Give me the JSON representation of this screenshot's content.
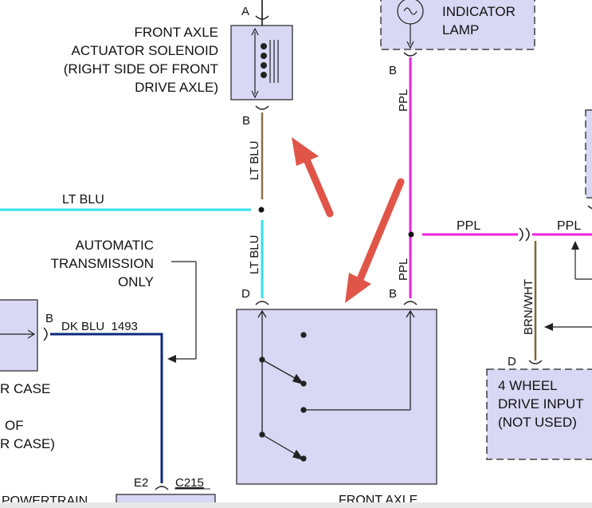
{
  "components": {
    "solenoid_label": [
      "FRONT AXLE",
      "ACTUATOR SOLENOID",
      "(RIGHT SIDE OF FRONT",
      "DRIVE AXLE)"
    ],
    "indicator_label": [
      "INDICATOR",
      "LAMP"
    ],
    "auto_trans_note": [
      "AUTOMATIC",
      "TRANSMISSION",
      "ONLY"
    ],
    "transfer_case_label": [
      "R CASE",
      "OF",
      "R CASE)"
    ],
    "four_wheel_label": [
      "4 WHEEL",
      "DRIVE INPUT",
      "(NOT USED)"
    ],
    "front_axle_label": "FRONT AXLE",
    "powertrain_label": "POWERTRAIN"
  },
  "wires": {
    "lt_blu_horizontal": "LT BLU",
    "lt_blu_upper": "LT BLU",
    "lt_blu_lower": "LT BLU",
    "ppl_upper": "PPL",
    "ppl_lower": "PPL",
    "ppl_horiz_left": "PPL",
    "ppl_horiz_right": "PPL",
    "dk_blu": "DK BLU  1493",
    "brn_wht": "BRN/WHT"
  },
  "pins": {
    "solenoid_top": "A",
    "solenoid_bottom": "B",
    "indicator_bottom": "B",
    "switch_left": "D",
    "switch_right": "B",
    "transfer_case": "B",
    "four_wheel": "D",
    "powertrain": "E2",
    "connector": "C215"
  },
  "colors": {
    "lt_blu": "#33e0f0",
    "ppl": "#ee22dd",
    "dk_blu": "#0a2a7a",
    "lt_blu_dark": "#8a7048",
    "brn_wht": "#7a6a3a",
    "component_fill": "#d8d8f4",
    "arrow": "#e05548"
  }
}
